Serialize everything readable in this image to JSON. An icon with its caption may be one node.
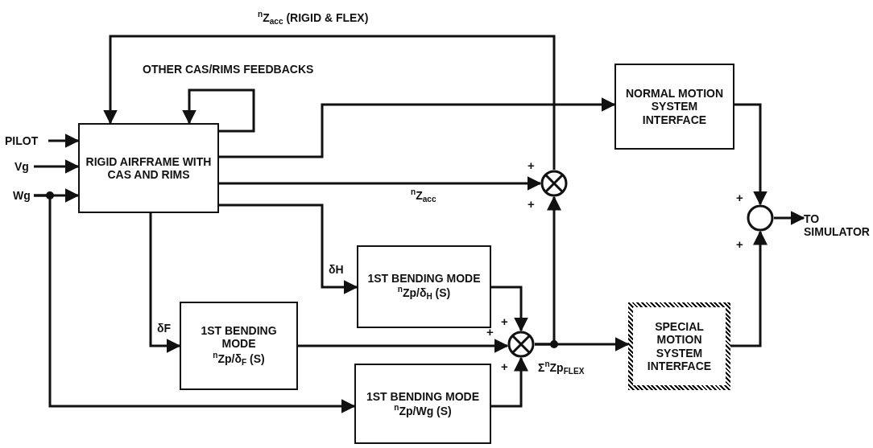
{
  "diagram": {
    "nodes": [
      {
        "text": [
          "PILOT"
        ]
      },
      {
        "text": [
          "Vg"
        ]
      },
      {
        "text": [
          "Wg"
        ]
      },
      {
        "text": [
          "RIGID AIRFRAME WITH CAS AND RIMS"
        ]
      },
      {
        "text": [
          "NORMAL MOTION SYSTEM INTERFACE"
        ]
      },
      {
        "text": [],
        "shape": "circle"
      },
      {
        "text": [
          "1ST BENDING MODE",
          "$^{n}$Zp/δ$_{H}$ (S)"
        ]
      },
      {
        "text": [
          "1ST BENDING MODE",
          "$^{n}$Zp/δ$_{F}$ (S)"
        ]
      },
      {
        "text": [],
        "shape": "circle"
      },
      {
        "text": [
          "1ST BENDING MODE",
          "$^{n}$Zp/Wg (S)"
        ]
      },
      {
        "text": [
          "SPECIAL MOTION SYSTEM INTERFACE"
        ]
      },
      {
        "text": [],
        "shape": "circle"
      },
      {
        "text": [
          "TO SIMULATOR"
        ]
      }
    ],
    "edges": [
      {
        "from": 0,
        "to": 3,
        "arrow": "to"
      },
      {
        "from": 1,
        "to": 3,
        "arrow": "to"
      },
      {
        "from": 2,
        "to": 3,
        "arrow": "to"
      },
      {
        "from": 2,
        "to": 9,
        "arrow": "to"
      },
      {
        "from": 3,
        "to": 3,
        "arrow": "to",
        "label": "OTHER CAS/RIMS FEEDBACKS"
      },
      {
        "from": 5,
        "to": 3,
        "arrow": "to",
        "label": "$^{n}$Z$_{acc}$ (RIGID & FLEX)"
      },
      {
        "from": 3,
        "to": 4,
        "arrow": "to"
      },
      {
        "from": 3,
        "to": 5,
        "arrow": "to",
        "label": "$^{n}$Z$_{acc}$"
      },
      {
        "from": 3,
        "to": 6,
        "arrow": "to",
        "label": "δH"
      },
      {
        "from": 3,
        "to": 7,
        "arrow": "to",
        "label": "δF"
      },
      {
        "from": 7,
        "to": 8,
        "arrow": "to"
      },
      {
        "from": 6,
        "to": 8,
        "arrow": "to"
      },
      {
        "from": 9,
        "to": 8,
        "arrow": "to"
      },
      {
        "from": 8,
        "to": 10,
        "arrow": "to",
        "label": "Σ$^{n}$Zp$_{FLEX}$"
      },
      {
        "from": 8,
        "to": 5,
        "arrow": "to"
      },
      {
        "from": 4,
        "to": 11,
        "arrow": "to"
      },
      {
        "from": 10,
        "to": 11,
        "arrow": "to"
      },
      {
        "from": 11,
        "to": 12,
        "arrow": "to"
      }
    ],
    "labels": [
      "+",
      "+",
      "+",
      "+",
      "+",
      "+",
      "+"
    ]
  }
}
